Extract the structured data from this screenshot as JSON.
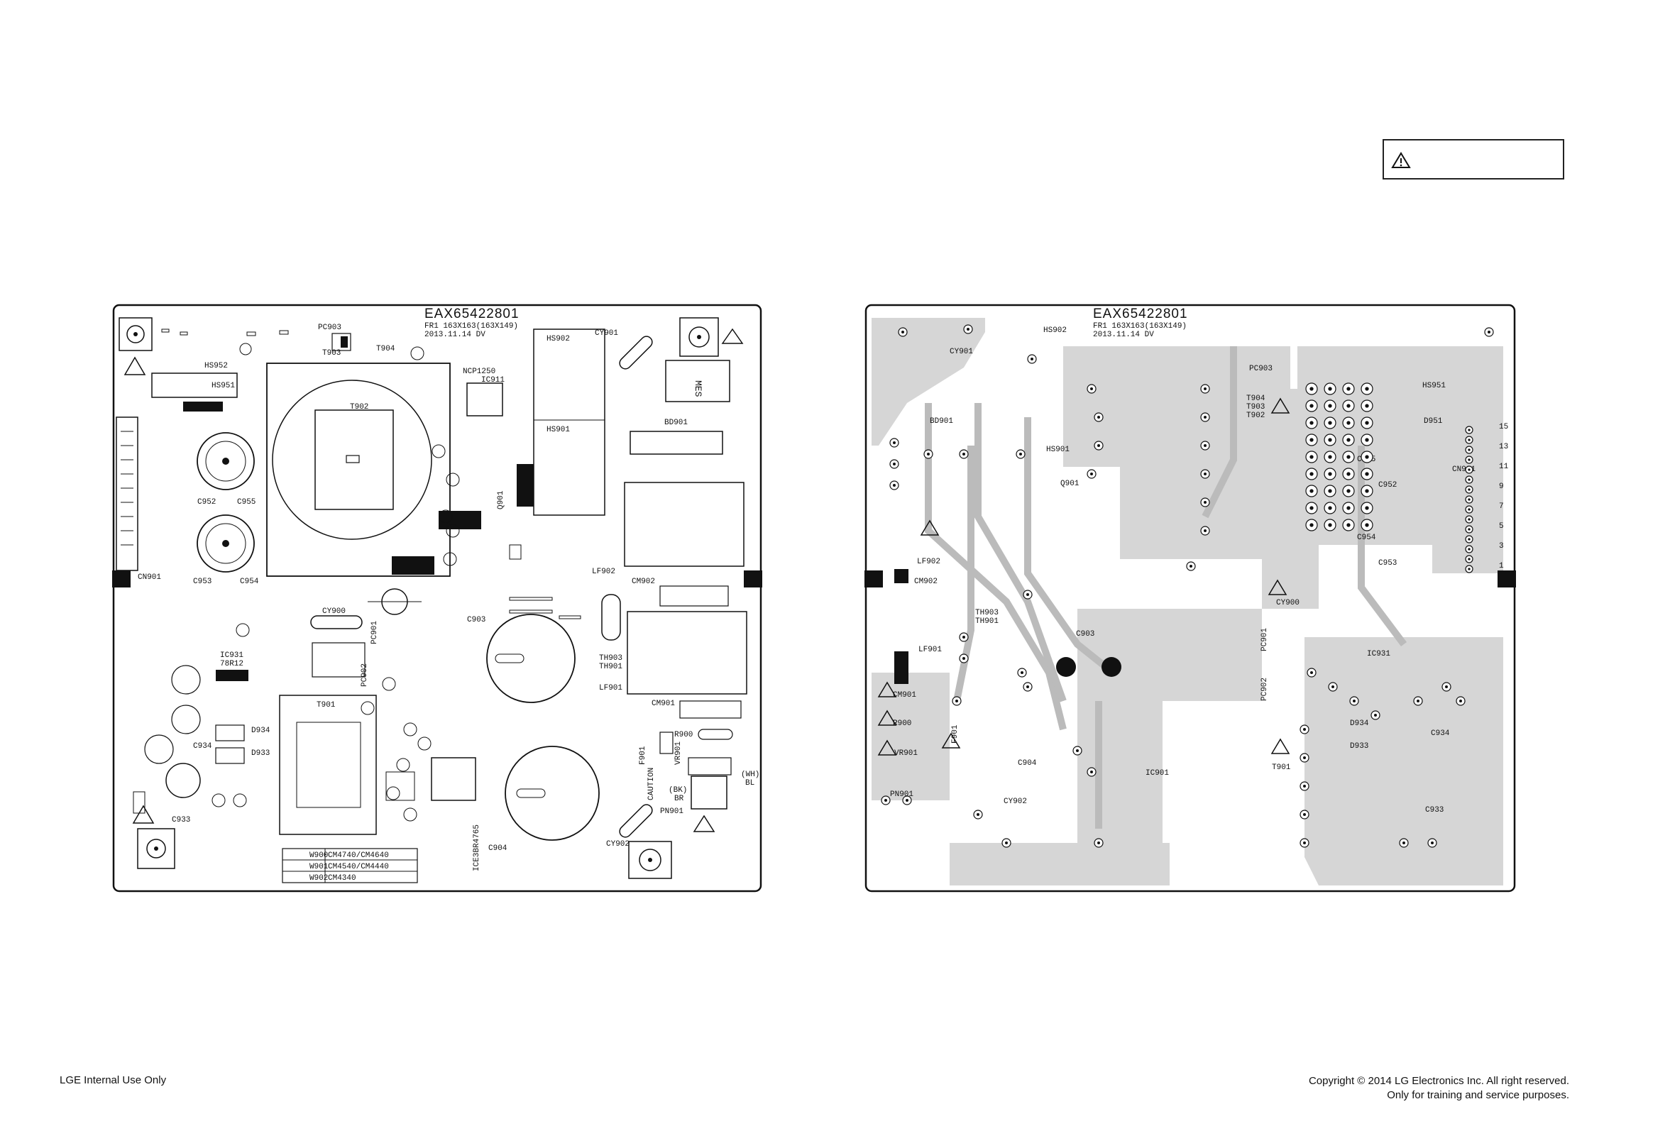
{
  "footer": {
    "left": "LGE Internal Use Only",
    "right_line1": "Copyright © 2014 LG Electronics Inc. All right reserved.",
    "right_line2": "Only for training and service purposes."
  },
  "warning_box": {
    "icon": "warning-triangle-icon"
  },
  "board_left": {
    "part_number": "EAX65422801",
    "sub_line1": "FR1  163X163(163X149)",
    "sub_line2": "2013.11.14  DV",
    "labels": {
      "hs951": "HS951",
      "hs952": "HS952",
      "pc903": "PC903",
      "t903": "T903",
      "t904": "T904",
      "t902": "T902",
      "ncp1250": "NCP1250",
      "ic911": "IC911",
      "hs902": "HS902",
      "hs901": "HS901",
      "cy901": "CY901",
      "mes": "MES",
      "bd901": "BD901",
      "cn901": "CN901",
      "c952": "C952",
      "c955": "C955",
      "c953": "C953",
      "c954": "C954",
      "lf902": "LF902",
      "cm902": "CM902",
      "cy900": "CY900",
      "c903": "C903",
      "th903": "TH903",
      "th901": "TH901",
      "lf901": "LF901",
      "ic931": "IC931",
      "ic931_part": "78R12",
      "pc902": "PC902",
      "pc901": "PC901",
      "t901": "T901",
      "d934": "D934",
      "d933": "D933",
      "c934": "C934",
      "c933": "C933",
      "cm901": "CM901",
      "r900": "R900",
      "vr901": "VR901",
      "f901": "F901",
      "caution": "CAUTION",
      "pn901": "PN901",
      "bk": "(BK)",
      "br": "BR",
      "bl": "BL",
      "wh": "(WH)",
      "c904": "C904",
      "cy902": "CY902",
      "ic_code": "ICE3BR4765",
      "q901": "Q901"
    },
    "legend_rows": [
      "CM4740/CM4640",
      "CM4540/CM4440",
      "CM4340"
    ],
    "legend_codes": [
      "W900",
      "W901",
      "W902"
    ]
  },
  "board_right": {
    "part_number": "EAX65422801",
    "sub_line1": "FR1  163X163(163X149)",
    "sub_line2": "2013.11.14  DV",
    "labels": {
      "hs902": "HS902",
      "cy901": "CY901",
      "pc903": "PC903",
      "t904": "T904",
      "t903": "T903",
      "t902": "T902",
      "bd901": "BD901",
      "hs901": "HS901",
      "q901": "Q901",
      "hs951": "HS951",
      "d951": "D951",
      "c955": "C955",
      "c952": "C952",
      "cn901": "CN901",
      "c954": "C954",
      "c953": "C953",
      "lf902": "LF902",
      "cm902": "CM902",
      "cy900": "CY900",
      "th903": "TH903",
      "th901": "TH901",
      "c903": "C903",
      "lf901": "LF901",
      "pc901": "PC901",
      "pc902": "PC902",
      "ic931": "IC931",
      "cm901": "CM901",
      "r900": "R900",
      "f901": "F901",
      "vr901": "VR901",
      "pn901": "PN901",
      "c904": "C904",
      "cy902": "CY902",
      "ic901": "IC901",
      "t901": "T901",
      "d934": "D934",
      "d933": "D933",
      "c934": "C934",
      "c933": "C933"
    },
    "pin_numbers": [
      "15",
      "13",
      "11",
      "9",
      "7",
      "5",
      "3",
      "1"
    ]
  }
}
